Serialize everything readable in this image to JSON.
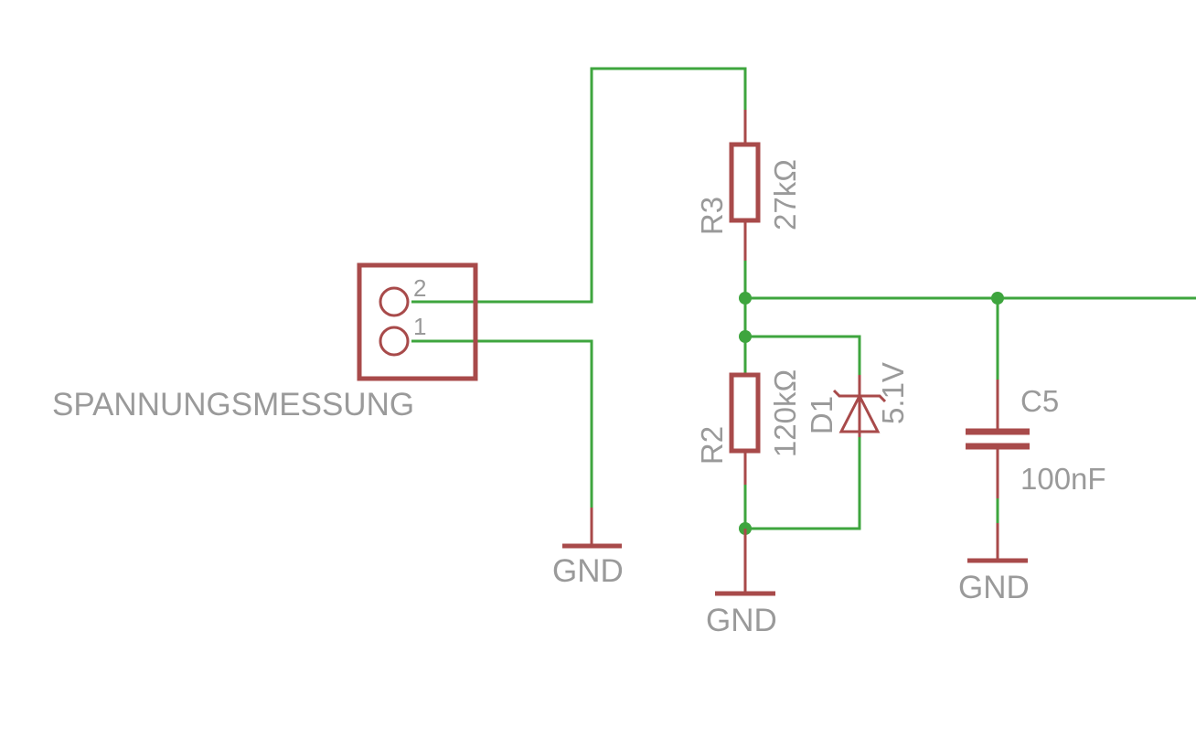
{
  "connector": {
    "name": "SPANNUNGSMESSUNG",
    "pin_2": "2",
    "pin_1": "1"
  },
  "components": {
    "r3": {
      "name": "R3",
      "value": "27kΩ"
    },
    "r2": {
      "name": "R2",
      "value": "120kΩ"
    },
    "d1": {
      "name": "D1",
      "value": "5.1V"
    },
    "c5": {
      "name": "C5",
      "value": "100nF"
    }
  },
  "grounds": {
    "gnd_connector": "GND",
    "gnd_divider": "GND",
    "gnd_capacitor": "GND"
  },
  "colors": {
    "wire": "#3ea53e",
    "part": "#a84a4a",
    "label": "#9a9a9a",
    "background": "#ffffff"
  }
}
